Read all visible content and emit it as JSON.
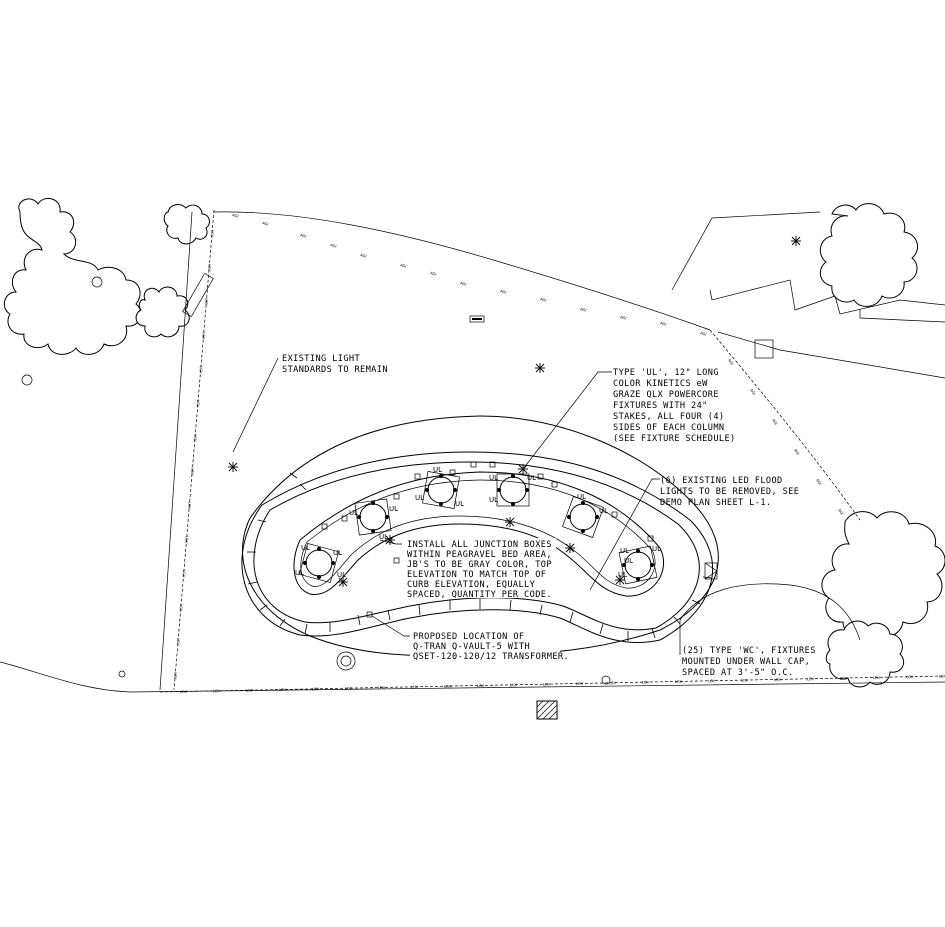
{
  "notes": {
    "existing_light": [
      "EXISTING LIGHT",
      "STANDARDS TO REMAIN"
    ],
    "type_ul": [
      "TYPE 'UL', 12\" LONG",
      "COLOR KINETICS eW",
      "GRAZE QLX POWERCORE",
      "FIXTURES WITH 24\"",
      "STAKES, ALL FOUR (4)",
      "SIDES OF EACH COLUMN",
      "(SEE FIXTURE SCHEDULE)"
    ],
    "existing_led": [
      "(6) EXISTING LED FLOOD",
      "LIGHTS TO BE REMOVED, SEE",
      "DEMO PLAN SHEET L-1."
    ],
    "junction_boxes": [
      "INSTALL ALL JUNCTION BOXES",
      "WITHIN PEAGRAVEL BED AREA,",
      "JB'S TO BE GRAY COLOR, TOP",
      "ELEVATION TO MATCH TOP OF",
      "CURB ELEVATION, EQUALLY",
      "SPACED, QUANTITY PER CODE."
    ],
    "transformer": [
      "PROPOSED LOCATION OF",
      "Q-TRAN Q-VAULT-5 WITH",
      "QSET-120-120/12 TRANSFORMER."
    ],
    "type_wc": [
      "(25) TYPE 'WC', FIXTURES",
      "MOUNTED UNDER WALL CAP,",
      "SPACED AT 3'-5\" O.C."
    ]
  },
  "fixture_label": "UL",
  "line_labels": {
    "lighting": "LGV",
    "irrigation": "AGI"
  }
}
